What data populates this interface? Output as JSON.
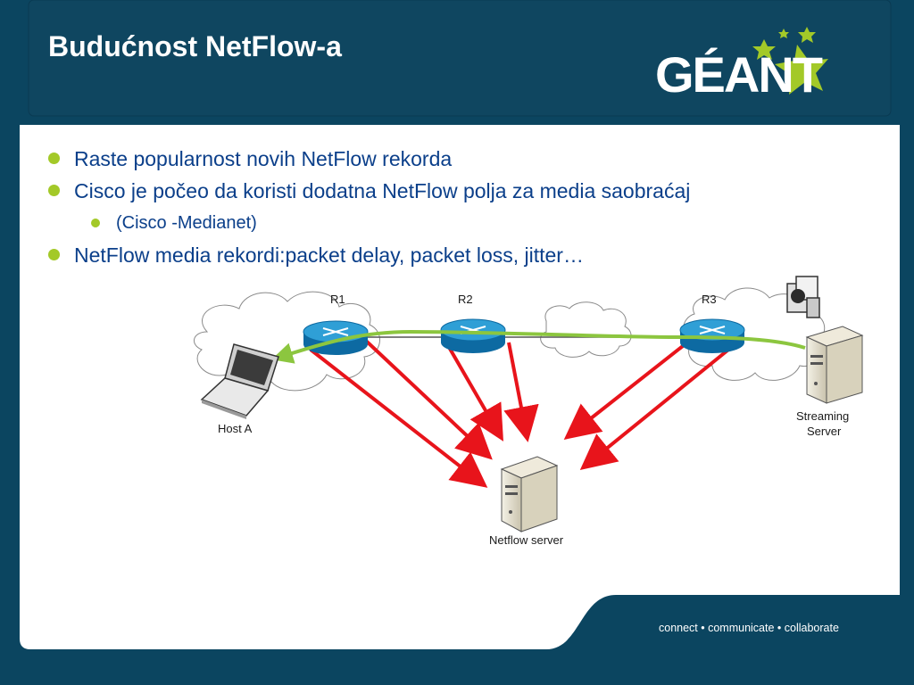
{
  "slide": {
    "title": "Budućnost NetFlow-a",
    "bullets": [
      {
        "text": "Raste popularnost novih NetFlow rekorda",
        "level": 1
      },
      {
        "text": "Cisco je počeo da koristi dodatna NetFlow polja za media saobraćaj",
        "level": 1
      },
      {
        "text": "(Cisco -Medianet)",
        "level": 2
      },
      {
        "text": "NetFlow media rekordi:packet delay, packet loss, jitter…",
        "level": 1
      }
    ],
    "footer": "connect • communicate • collaborate"
  },
  "logo": {
    "text": "GÉANT"
  },
  "diagram": {
    "routers": {
      "r1": "R1",
      "r2": "R2",
      "r3": "R3"
    },
    "nodes": {
      "host_a": "Host A",
      "streaming_server": [
        "Streaming",
        "Server"
      ],
      "netflow_server": "Netflow server"
    }
  },
  "colors": {
    "background": "#0b4560",
    "accent_green": "#a3c928",
    "bullet_text": "#0b3f8a",
    "flow_arrow": "#e8141b",
    "media_stream": "#8cc63f",
    "router": "#1f8fc9"
  },
  "icons": [
    "laptop-icon",
    "router-icon",
    "server-icon",
    "video-camera-icon",
    "cloud-icon",
    "star-icon"
  ]
}
